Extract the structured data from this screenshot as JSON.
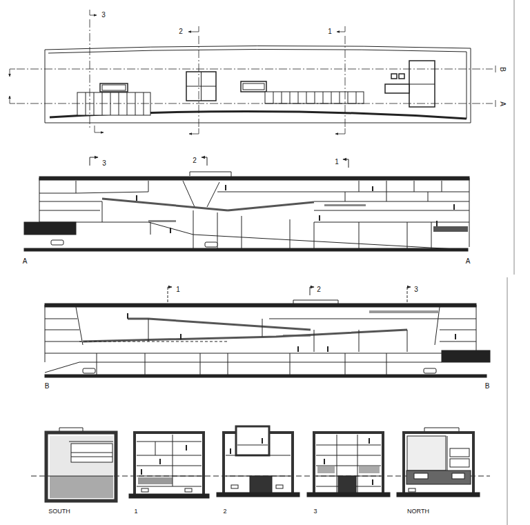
{
  "diagram": {
    "labels": [
      "3",
      "2",
      "1",
      "B",
      "A",
      "3",
      "2",
      "1",
      "A",
      "A",
      "1",
      "2",
      "3",
      "B",
      "B",
      "SOUTH",
      "1",
      "2",
      "3",
      "NORTH"
    ]
  }
}
